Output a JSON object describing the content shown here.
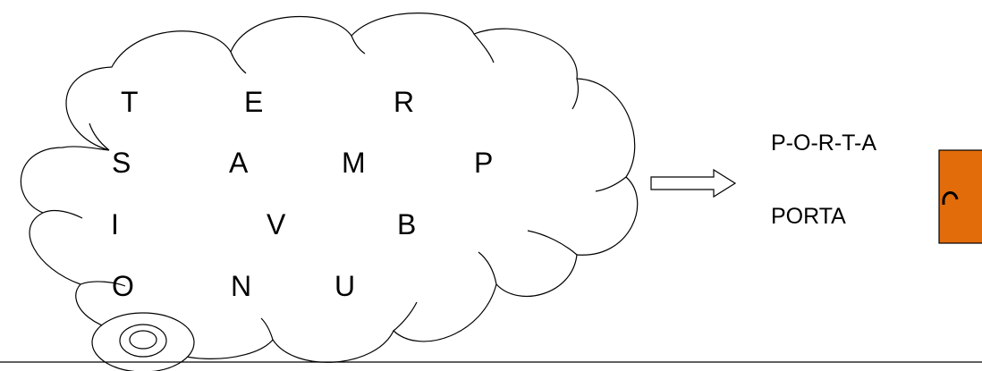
{
  "cloud": {
    "rows": [
      [
        "T",
        "E",
        "R"
      ],
      [
        "S",
        "A",
        "M",
        "P"
      ],
      [
        "I",
        "V",
        "B"
      ],
      [
        "O",
        "N",
        "U"
      ]
    ]
  },
  "words": {
    "hyphenated": "P-O-R-T-A",
    "joined": "PORTA"
  },
  "colors": {
    "door": "#E36C0A",
    "stroke": "#000000",
    "background": "#FFFFFF"
  },
  "icons": {
    "arrow": "right-arrow-icon",
    "door": "door-icon"
  }
}
